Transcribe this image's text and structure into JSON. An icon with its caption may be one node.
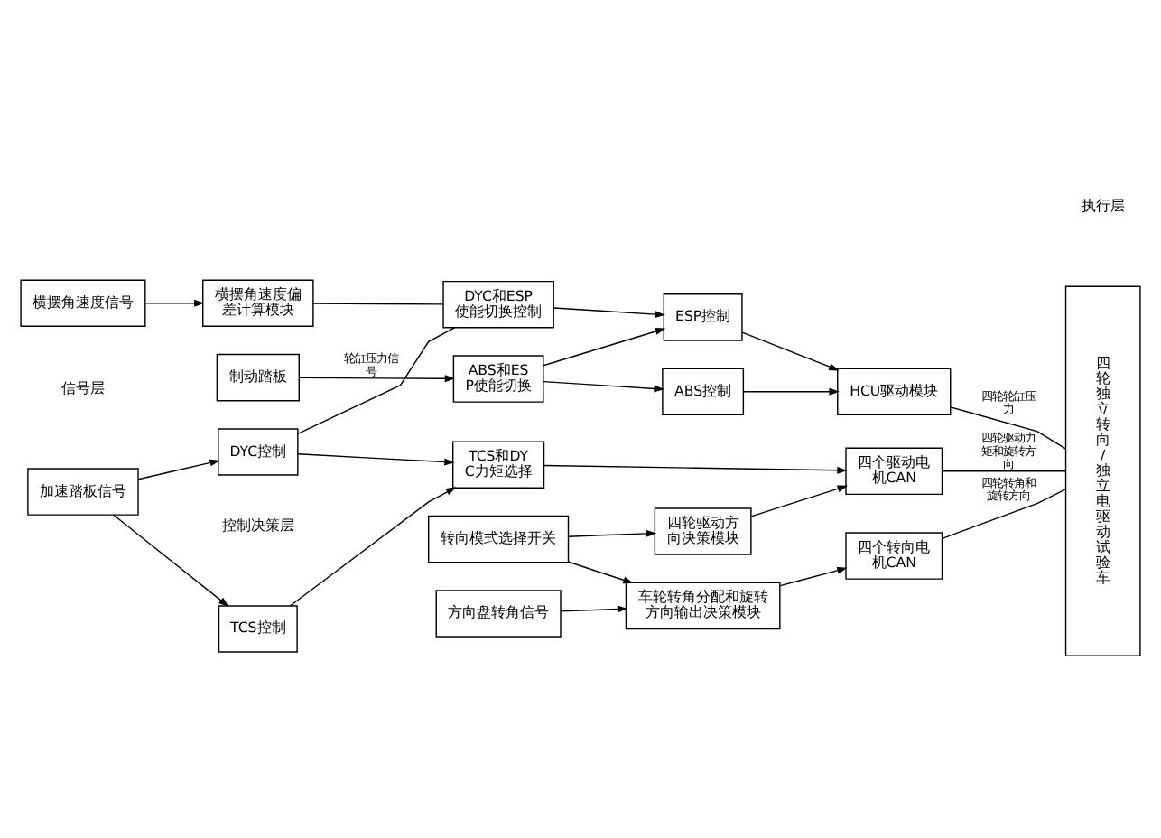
{
  "diagram": {
    "nodes": [
      {
        "text": [
          "加速踏板信号"
        ]
      },
      {
        "text": [
          "转向模式选择开关"
        ]
      },
      {
        "text": [
          "横摆角速度信号"
        ]
      },
      {
        "text": [
          "制动踏板"
        ]
      },
      {
        "text": [
          "方向盘转角信号"
        ]
      },
      {
        "text": [
          "TCS控制"
        ]
      },
      {
        "text": [
          "DYC控制"
        ]
      },
      {
        "text": [
          "TCS和DYC力矩选择"
        ]
      },
      {
        "text": [
          "四个驱动电机CAN"
        ]
      },
      {
        "text": [
          "四轮驱动方向决策模块"
        ]
      },
      {
        "text": [
          "横摆角速度偏差计算模块"
        ]
      },
      {
        "text": [
          "DYC和ESP使能切换控制"
        ]
      },
      {
        "text": [
          "ESP控制"
        ]
      },
      {
        "text": [
          "ABS和ESP使能切换"
        ]
      },
      {
        "text": [
          "ABS控制"
        ]
      },
      {
        "text": [
          "HCU驱动模块"
        ]
      },
      {
        "text": [
          "车轮转角分配和旋转方向输出决策模块"
        ]
      },
      {
        "text": [
          "四个转向电机CAN"
        ]
      },
      {
        "text": [
          "四轮独立转向/独立电驱动试验车"
        ]
      }
    ],
    "edges": [
      {
        "from": 0,
        "to": 5,
        "arrow": "to"
      },
      {
        "from": 0,
        "to": 6,
        "arrow": "to"
      },
      {
        "from": 5,
        "to": 7,
        "arrow": "to"
      },
      {
        "from": 6,
        "to": 7,
        "arrow": "to"
      },
      {
        "from": 7,
        "to": 8,
        "arrow": "to"
      },
      {
        "from": 8,
        "to": 18,
        "arrow": "none",
        "label": "四轮驱动力矩和旋转方向"
      },
      {
        "from": 1,
        "to": 9,
        "arrow": "to"
      },
      {
        "from": 9,
        "to": 8,
        "arrow": "to"
      },
      {
        "from": 6,
        "to": 11,
        "arrow": "none"
      },
      {
        "from": 1,
        "to": 16,
        "arrow": "to"
      },
      {
        "from": 2,
        "to": 10,
        "arrow": "to"
      },
      {
        "from": 10,
        "to": 11,
        "arrow": "none"
      },
      {
        "from": 11,
        "to": 12,
        "arrow": "to"
      },
      {
        "from": 3,
        "to": 13,
        "arrow": "to",
        "label": "轮缸压力信号"
      },
      {
        "from": 13,
        "to": 12,
        "arrow": "to"
      },
      {
        "from": 13,
        "to": 14,
        "arrow": "to"
      },
      {
        "from": 12,
        "to": 15,
        "arrow": "to"
      },
      {
        "from": 14,
        "to": 15,
        "arrow": "to"
      },
      {
        "from": 15,
        "to": 18,
        "arrow": "none",
        "label": "四轮轮缸压力"
      },
      {
        "from": 4,
        "to": 16,
        "arrow": "to"
      },
      {
        "from": 16,
        "to": 17,
        "arrow": "to"
      },
      {
        "from": 17,
        "to": 18,
        "arrow": "none",
        "label": "四轮转角和旋转方向"
      }
    ],
    "labels": [
      "信号层",
      "控制决策层",
      "执行层"
    ]
  }
}
